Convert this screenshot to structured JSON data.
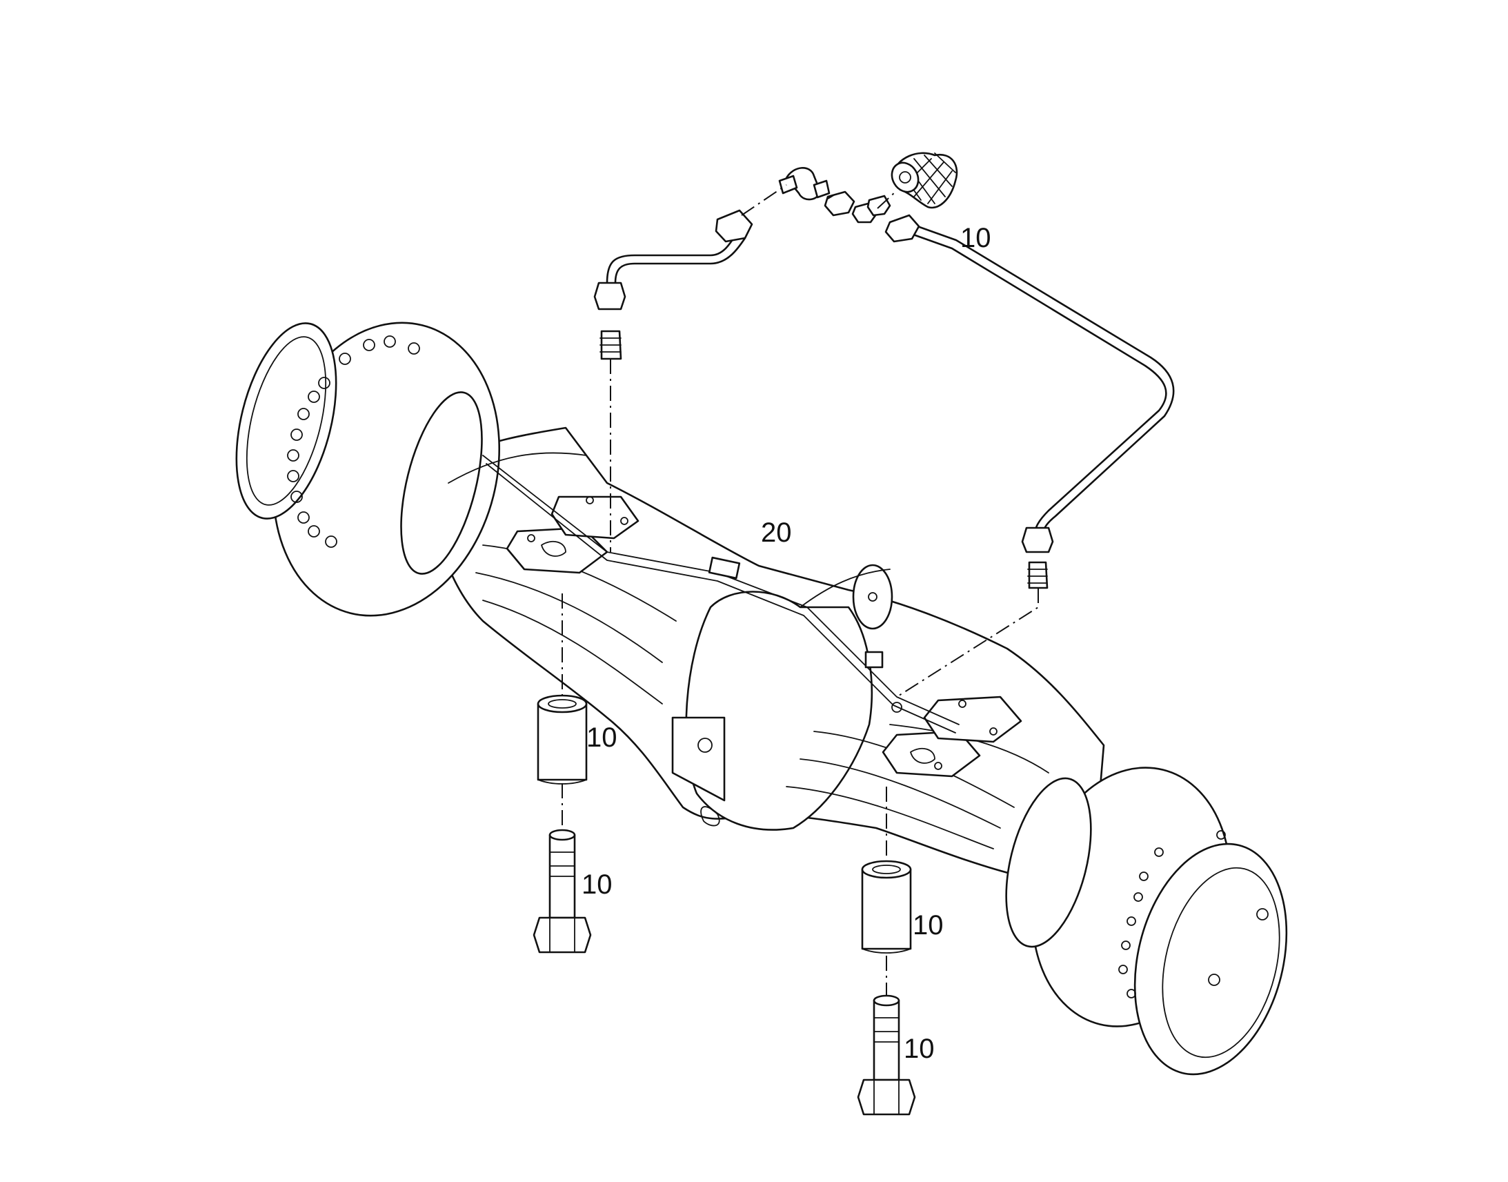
{
  "diagram": {
    "callouts": {
      "pipe_assembly": "10",
      "axle": "20",
      "left_bushing": "10",
      "left_bolt": "10",
      "right_bushing": "10",
      "right_bolt": "10"
    }
  }
}
